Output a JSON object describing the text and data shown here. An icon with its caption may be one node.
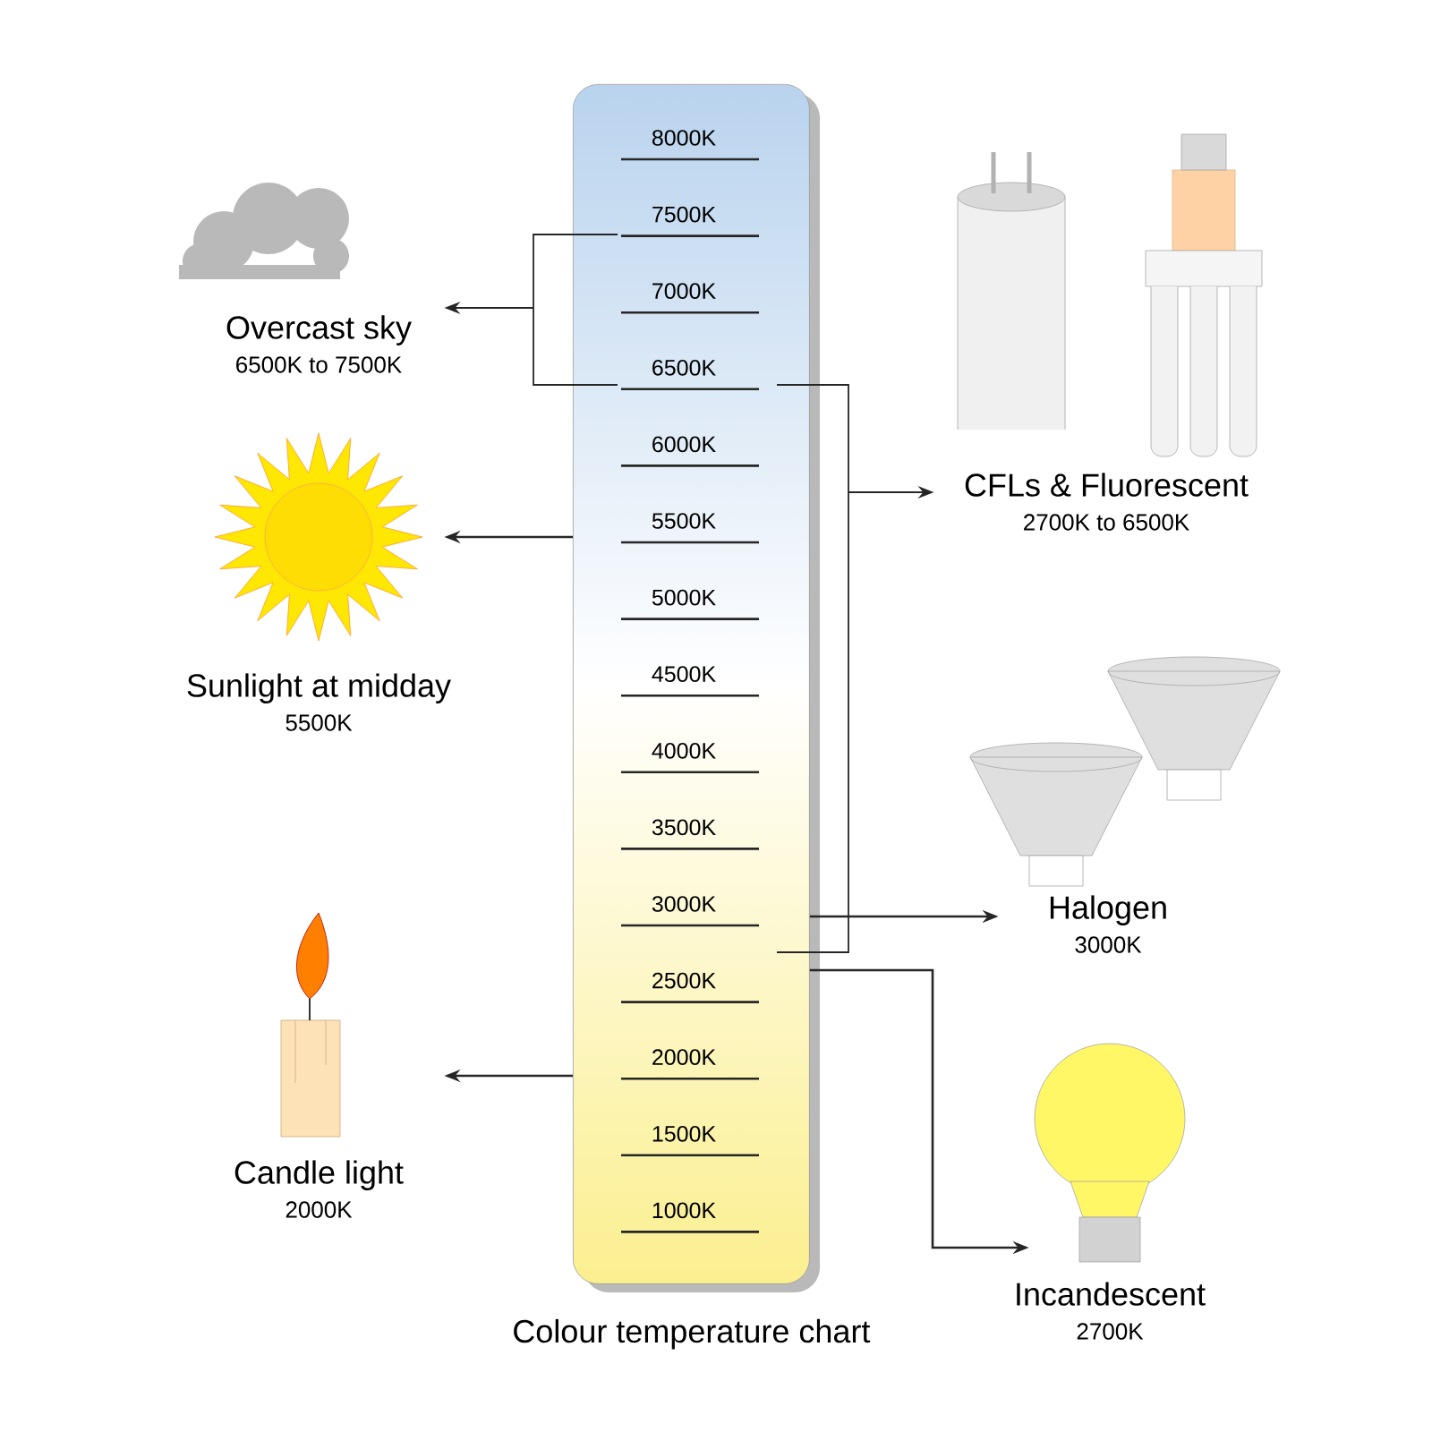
{
  "diagram": {
    "nodes": [
      {
        "text": [
          "Colour temperature chart"
        ]
      },
      {
        "text": [
          "Overcast sky",
          "6500K to 7500K"
        ]
      },
      {
        "text": [
          "Sunlight at midday",
          "5500K"
        ]
      },
      {
        "text": [
          "Candle light",
          "2000K"
        ]
      },
      {
        "text": [
          "CFLs & Fluorescent",
          "2700K to 6500K"
        ]
      },
      {
        "text": [
          "Halogen",
          "3000K"
        ]
      },
      {
        "text": [
          "Incandescent",
          "2700K"
        ]
      }
    ],
    "edges": [
      {
        "from": 0,
        "to": 1,
        "arrow": "to"
      },
      {
        "from": 0,
        "to": 2,
        "arrow": "to"
      },
      {
        "from": 0,
        "to": 3,
        "arrow": "to"
      },
      {
        "from": 0,
        "to": 4,
        "arrow": "to"
      },
      {
        "from": 0,
        "to": 5,
        "arrow": "to"
      },
      {
        "from": 0,
        "to": 6,
        "arrow": "to"
      }
    ],
    "labels": [
      "8000K",
      "7500K",
      "7000K",
      "6500K",
      "6000K",
      "5500K",
      "5000K",
      "4500K",
      "4000K",
      "3500K",
      "3000K",
      "2500K",
      "2000K",
      "1500K",
      "1000K"
    ]
  }
}
